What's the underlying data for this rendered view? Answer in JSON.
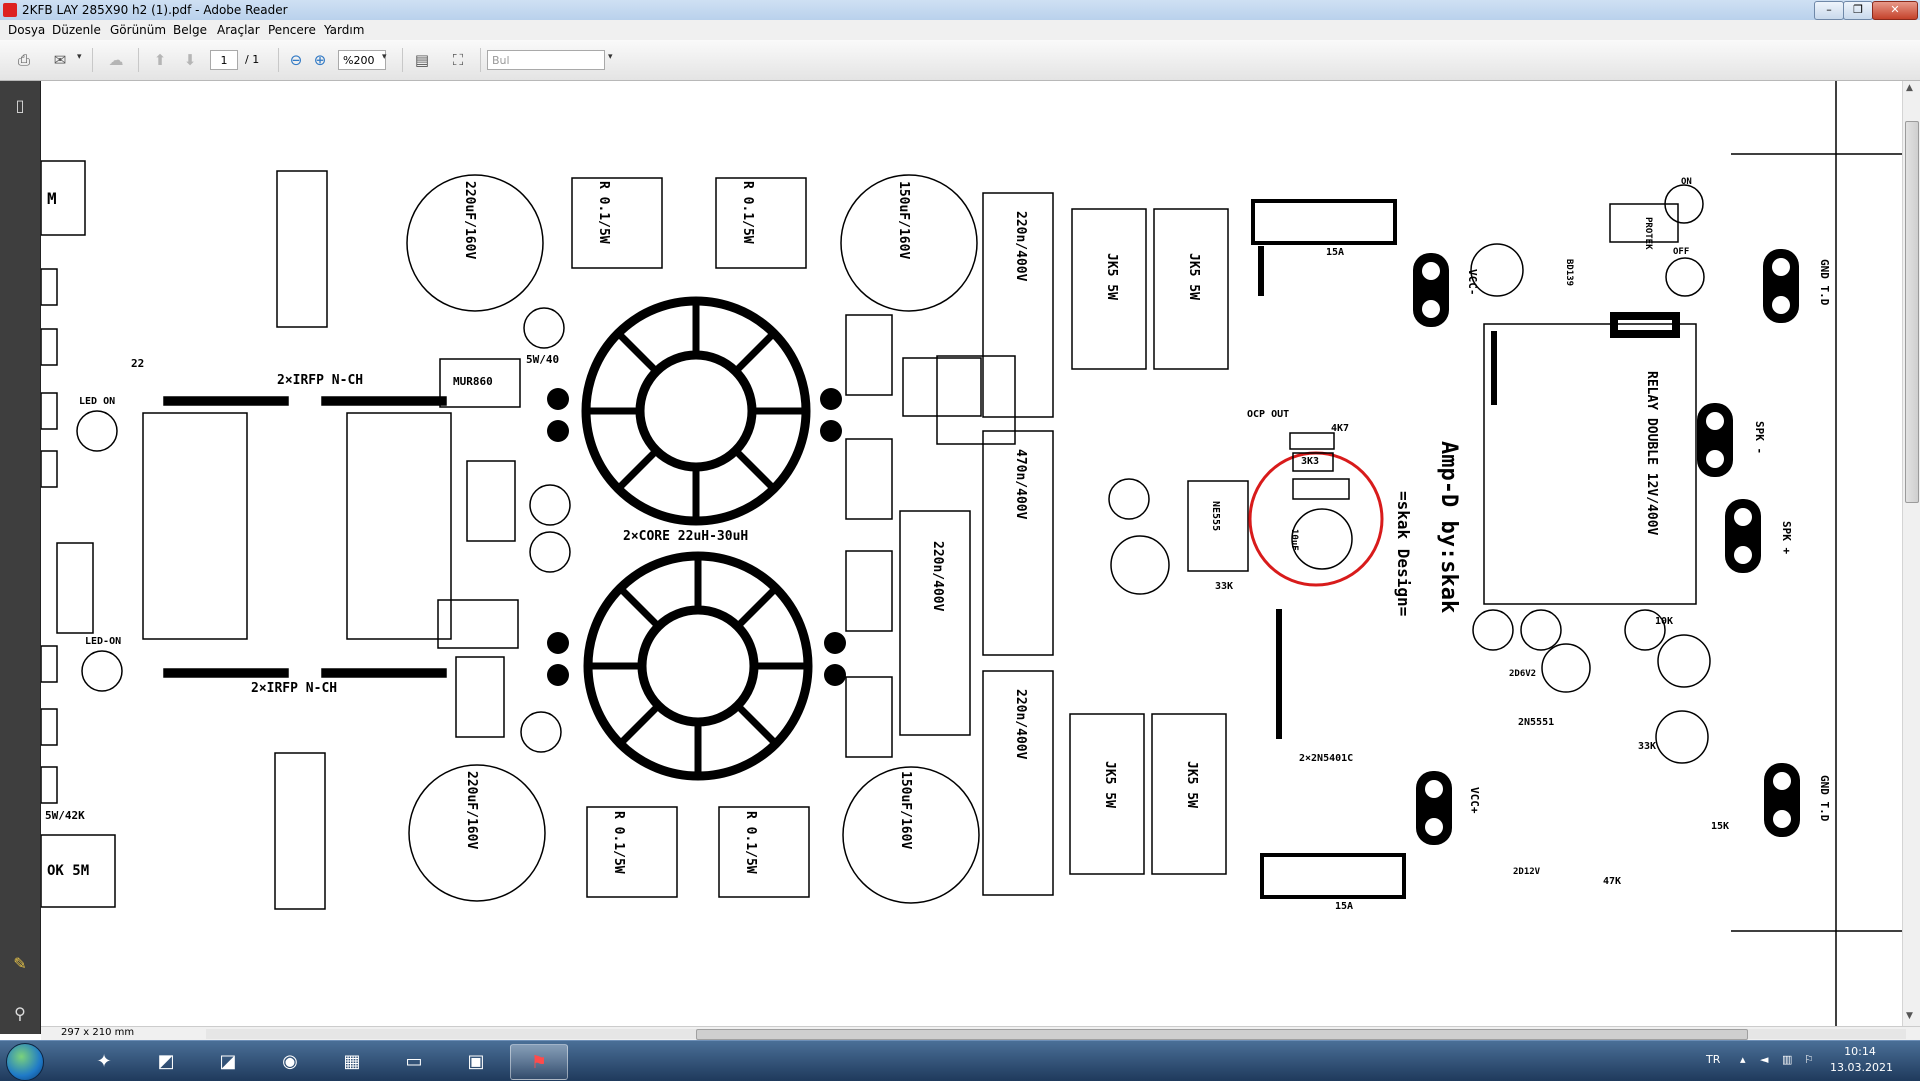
{
  "window": {
    "title": "2KFB LAY 285X90 h2 (1).pdf - Adobe Reader",
    "minimize_glyph": "–",
    "maximize_glyph": "❐",
    "close_glyph": "✕"
  },
  "menu": [
    "Dosya",
    "Düzenle",
    "Görünüm",
    "Belge",
    "Araçlar",
    "Pencere",
    "Yardım"
  ],
  "toolbar": {
    "page_current": "1",
    "page_total": "/ 1",
    "zoom": "%200",
    "find_placeholder": "Bul"
  },
  "icons": {
    "print": "printer-icon",
    "save": "save-icon",
    "prev": "up-arrow-icon",
    "next": "down-arrow-icon",
    "zoom_out": "minus-circle-icon",
    "zoom_in": "plus-circle-icon",
    "fit_page": "fit-page-icon",
    "fullscreen": "fullscreen-icon",
    "pages": "pages-icon",
    "comments": "comment-icon",
    "attachments": "paperclip-icon"
  },
  "schematic": {
    "labels": {
      "tl_cap": "220uF/160V",
      "bl_cap": "220uF/160V",
      "tr_cap": "150uF/160V",
      "br_cap": "150uF/160V",
      "res1": "R 0.1/5W",
      "res2": "R 0.1/5W",
      "res3": "R 0.1/5W",
      "res4": "R 0.1/5W",
      "core_label": "2×CORE 22uH-30uH",
      "bridge_top": "2×IRFP N-CH",
      "bridge_bottom": "2×IRFP N-CH",
      "ic1": "JK5 5W",
      "ic2": "JK5 5W",
      "ic3": "JK5 5W",
      "ic4": "JK5 5W",
      "film1": "220n/400V",
      "film2": "470n/400V",
      "film3": "220n/400V",
      "film4": "220n/400V",
      "fuse": "15A",
      "fuse2": "15A",
      "ne555": "NE555",
      "ocp": "OCP OUT",
      "res_3k3": "3K3",
      "res_33k": "33K",
      "res_4k7": "4K7",
      "cap_10uf": "10uF",
      "brand": "Amp-D by:skak",
      "design": "=skak Design=",
      "relay": "RELAY DOUBLE 12V/400V",
      "speaker_pos": "SPK +",
      "speaker_neg": "SPK -",
      "gnd_top": "GND T.D",
      "gnd_bottom": "GND T.D",
      "vcc_pos": "VCC+",
      "vcc_neg": "VCC-",
      "led_on": "LED ON",
      "led_on2": "LED-ON",
      "res_33k_b": "33K",
      "res_10k": "10K",
      "res_15k": "15K",
      "res_47k": "47K",
      "ic_2n5551": "2N5551",
      "ic_2n5401": "2×2N5401C",
      "bd139": "BD139",
      "murs": "MUR860",
      "zen_22": "22",
      "sm_40": "5W/40",
      "sm_42k": "5W/42K",
      "ok_sm": "OK 5M",
      "m_top": "M",
      "protek": "PROTEK",
      "on": "ON",
      "off": "OFF",
      "zdiodes": "2D6V2",
      "zdiode2": "2D12V"
    },
    "circle_highlight": "red-circle-annotation",
    "highlight_color": "#d81b1b"
  },
  "status": {
    "page_size": "297 x 210 mm"
  },
  "taskbar": {
    "tasks": [
      "media-icon",
      "app1-icon",
      "app2-icon",
      "chrome-icon",
      "calc-icon",
      "explorer-icon",
      "window-icon",
      "acrobat-icon"
    ],
    "lang": "TR",
    "time": "10:14",
    "date": "13.03.2021"
  }
}
